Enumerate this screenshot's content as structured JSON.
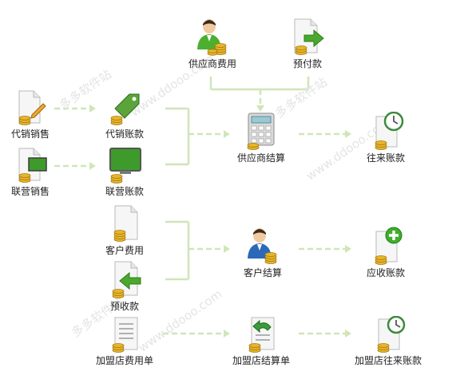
{
  "colors": {
    "connector": "#cfe6b8",
    "paper": "#f6f6f6",
    "paper_edge": "#b9b9b9",
    "coin": "#e7b52a",
    "coin_dark": "#a77a11",
    "green": "#4aa82e",
    "screen_green": "#3f9a2c",
    "tag_green": "#5aa43a",
    "person_shirt_green": "#4caf2f",
    "person_shirt_blue": "#2c69b8",
    "calculator": "#d9d9d9",
    "calc_screen": "#9bc9d3",
    "clock": "#ffffff"
  },
  "watermarks": [
    {
      "text": "多多软件站"
    },
    {
      "text": "www.ddooo.com"
    },
    {
      "text": "多多软件站"
    },
    {
      "text": "www.ddooo.com"
    },
    {
      "text": "多多软件站"
    },
    {
      "text": "www.ddooo.com"
    }
  ],
  "nodes": {
    "supplier_expense": {
      "label": "供应商费用",
      "icon": "person-coins-icon"
    },
    "prepayment": {
      "label": "预付款",
      "icon": "document-arrow-icon"
    },
    "consign_sales": {
      "label": "代销销售",
      "icon": "document-pencil-icon"
    },
    "consign_account": {
      "label": "代销账款",
      "icon": "tag-coins-icon"
    },
    "joint_sales": {
      "label": "联营销售",
      "icon": "document-board-icon"
    },
    "joint_account": {
      "label": "联营账款",
      "icon": "monitor-coins-icon"
    },
    "supplier_settlement": {
      "label": "供应商结算",
      "icon": "calculator-icon"
    },
    "ap_account": {
      "label": "往来账款",
      "icon": "clock-document-icon"
    },
    "customer_expense": {
      "label": "客户费用",
      "icon": "document-coins-icon"
    },
    "customer_settlement": {
      "label": "客户结算",
      "icon": "person-coins-icon"
    },
    "receivable_account": {
      "label": "应收账款",
      "icon": "add-document-icon"
    },
    "advance_receipt": {
      "label": "预收款",
      "icon": "document-back-arrow-icon"
    },
    "franchise_expense_slip": {
      "label": "加盟店费用单",
      "icon": "list-document-icon"
    },
    "franchise_settlement_slip": {
      "label": "加盟店结算单",
      "icon": "return-document-icon"
    },
    "franchise_account": {
      "label": "加盟店往来账款",
      "icon": "clock-document-icon"
    }
  }
}
